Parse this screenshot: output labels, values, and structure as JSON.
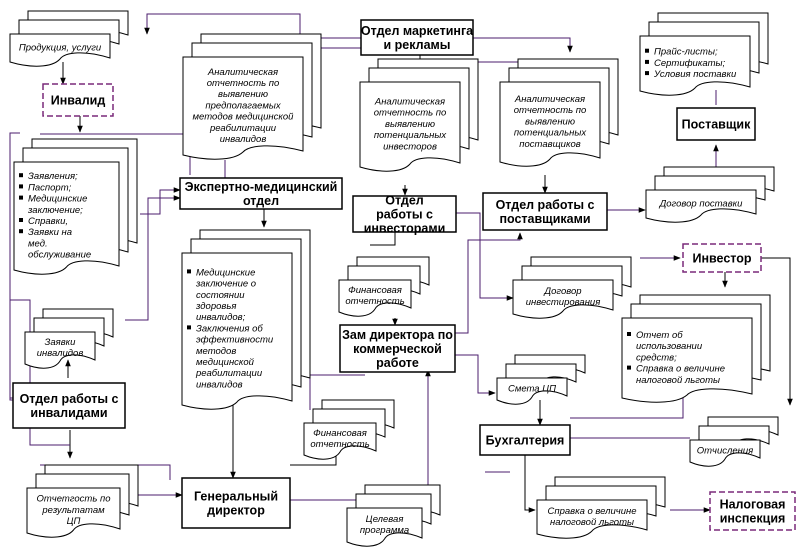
{
  "boxes": {
    "marketing": [
      "Отдел маркетинга",
      "и рекламы"
    ],
    "invalid": [
      "Инвалид"
    ],
    "expert": [
      "Экспертно-медицинский",
      "отдел"
    ],
    "investors": [
      "Отдел",
      "работы с",
      "инвесторами"
    ],
    "suppliers": [
      "Отдел работы с",
      "поставщиками"
    ],
    "supplier": [
      "Поставщик"
    ],
    "investor": [
      "Инвестор"
    ],
    "deputy": [
      "Зам директора по",
      "коммерческой",
      "работе"
    ],
    "disabled_dept": [
      "Отдел работы с",
      "инвалидами"
    ],
    "general": [
      "Генеральный",
      "директор"
    ],
    "accounting": [
      "Бухгалтерия"
    ],
    "tax": [
      "Налоговая",
      "инспекция"
    ]
  },
  "documents": {
    "products": [
      "Продукция, услуги"
    ],
    "analytics_methods": [
      "Аналитическая",
      "отчетность по",
      "выявлению",
      "предполагаемых",
      "методов медицинской",
      "реабилитации",
      "инвалидов"
    ],
    "analytics_investors": [
      "Аналитическая",
      "отчетность по",
      "выявлению",
      "потенциальных",
      "инвесторов"
    ],
    "analytics_suppliers": [
      "Аналитическая",
      "отчетность по",
      "выявлению",
      "потенциальных",
      "поставщиков"
    ],
    "price_list": [
      "Прайс-листы;",
      "Сертификаты;",
      "Условия поставки"
    ],
    "applications": [
      "Заявления;",
      "Паспорт;",
      "Медицинские",
      "заключение;",
      "Справки,",
      "Заявки на",
      "мед.",
      "обслуживание"
    ],
    "medical_conclusions": [
      "Медицинские",
      "заключение о",
      "состоянии",
      "здоровья",
      "инвалидов;",
      "Заключения об",
      "эффективности",
      "методов",
      "медицинской",
      "реабилитации",
      "инвалидов"
    ],
    "supply_contract": [
      "Договор поставки"
    ],
    "invest_contract": [
      "Договор",
      "инвестирования"
    ],
    "financial_1": [
      "Финансовая",
      "отчетность"
    ],
    "invalid_requests": [
      "Заявки",
      "инвалидов"
    ],
    "report_usage": [
      "Отчет об",
      "использовании",
      "средств;",
      "Справка о величине",
      "налоговой льготы"
    ],
    "estimate": [
      "Смета ЦП"
    ],
    "financial_2": [
      "Финансовая",
      "отчетность"
    ],
    "deductions": [
      "Отчисления"
    ],
    "results_report": [
      "Отчетгость по",
      "результатам",
      "ЦП"
    ],
    "target_program": [
      "Целевая",
      "программа"
    ],
    "tax_benefit": [
      "Справка о величине",
      "налоговой льготы"
    ]
  }
}
